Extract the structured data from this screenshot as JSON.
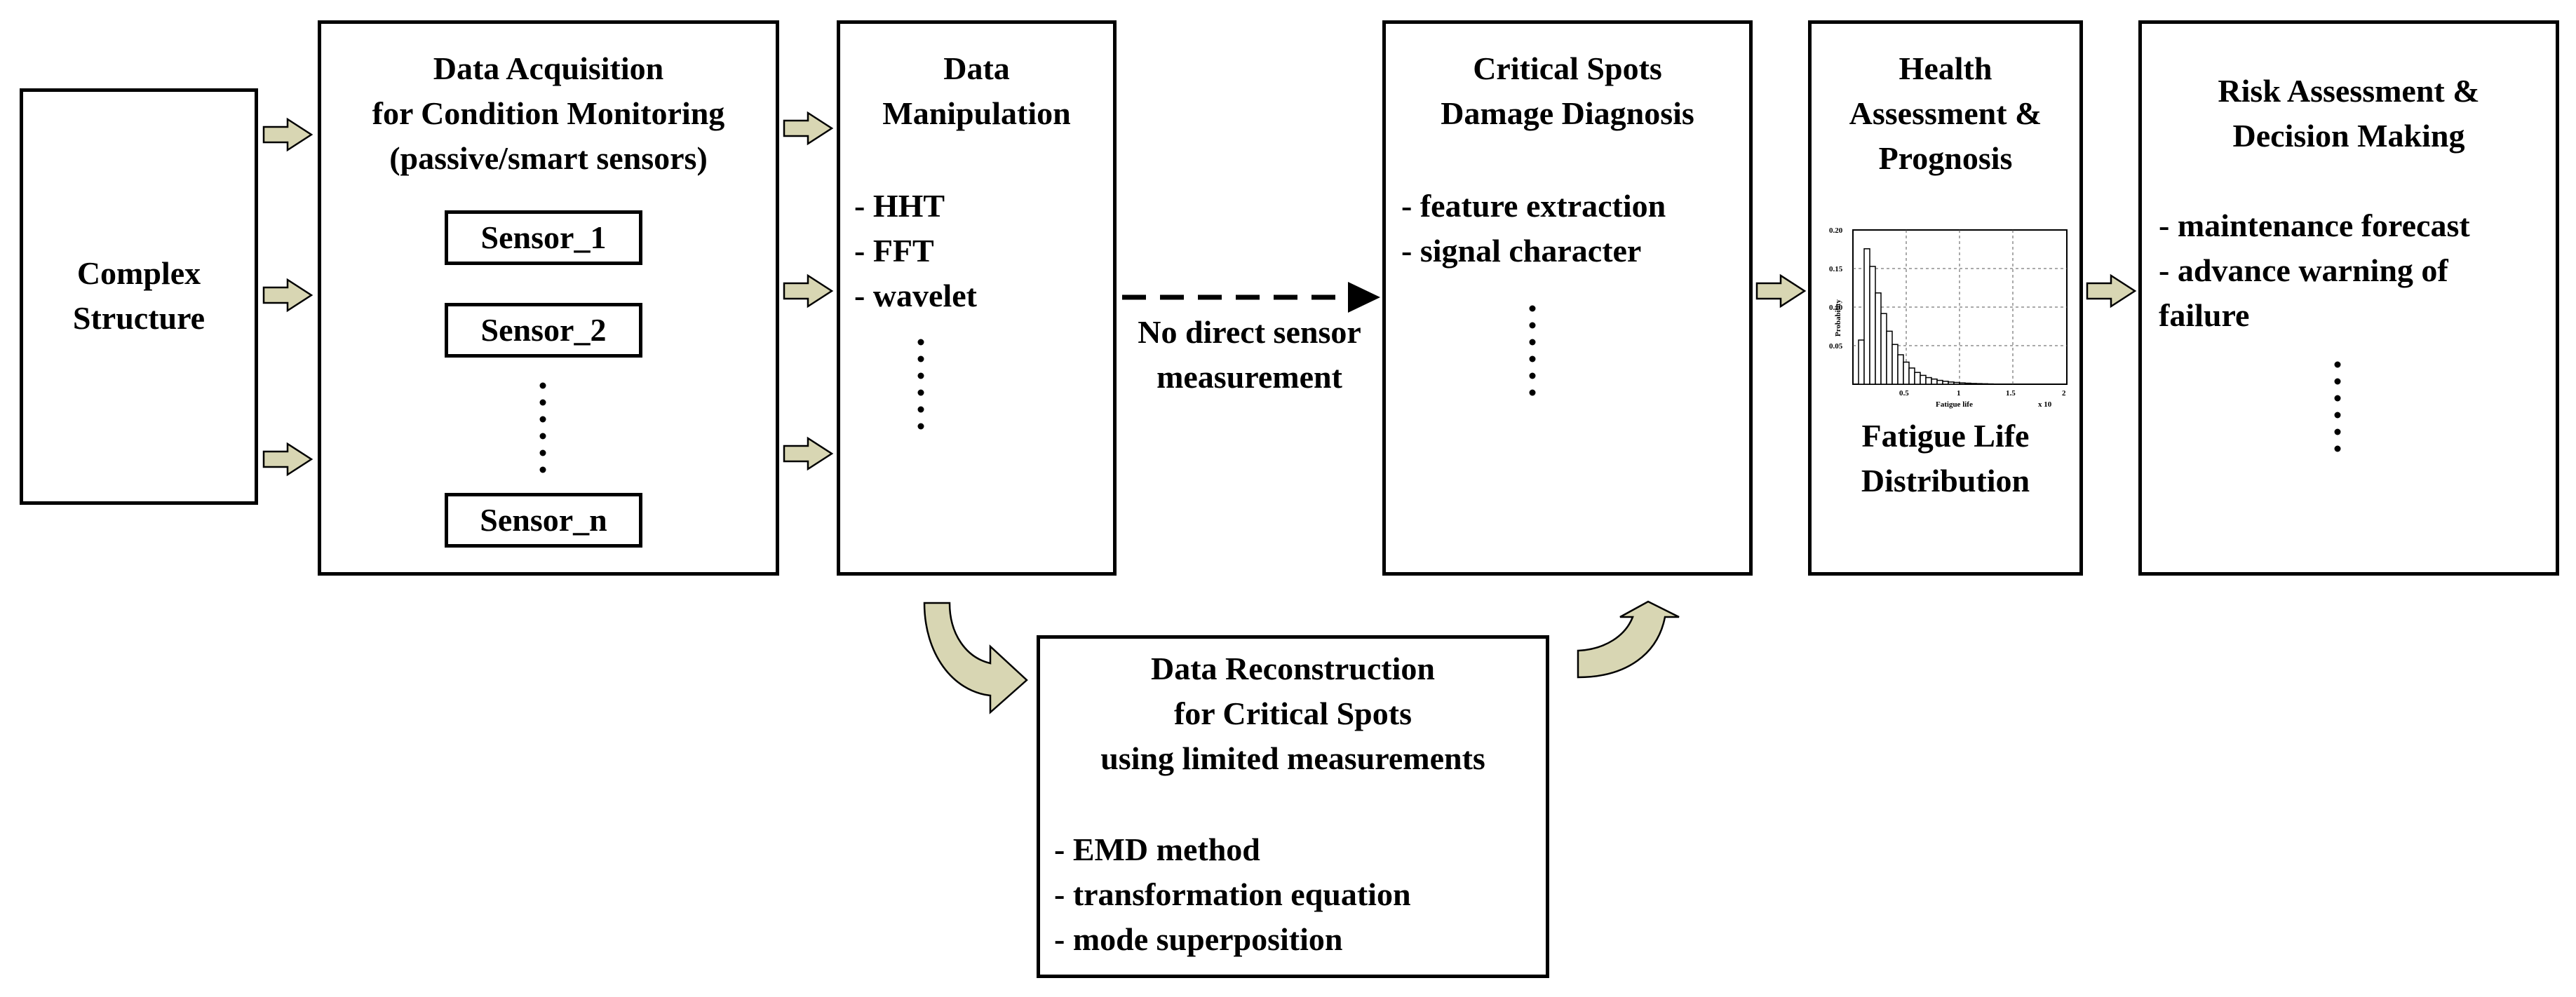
{
  "complex_structure": {
    "line1": "Complex",
    "line2": "Structure"
  },
  "acquisition": {
    "title_line1": "Data Acquisition",
    "title_line2": "for Condition Monitoring",
    "title_line3": "(passive/smart sensors)",
    "sensors": [
      "Sensor_1",
      "Sensor_2",
      "Sensor_n"
    ]
  },
  "manipulation": {
    "title_line1": "Data",
    "title_line2": "Manipulation",
    "items": [
      "- HHT",
      "- FFT",
      "- wavelet"
    ]
  },
  "no_direct": {
    "line1": "No direct sensor",
    "line2": "measurement"
  },
  "critical": {
    "title_line1": "Critical Spots",
    "title_line2": "Damage Diagnosis",
    "items": [
      "- feature extraction",
      "- signal character"
    ]
  },
  "health": {
    "title_line1": "Health",
    "title_line2": "Assessment &",
    "title_line3": "Prognosis",
    "caption_line1": "Fatigue Life",
    "caption_line2": "Distribution",
    "plot": {
      "ylabel": "Probability",
      "xlabel": "Fatigue life",
      "ytick_labels": [
        "0.20",
        "0.15",
        "0.10",
        "0.05"
      ],
      "xtick_labels": [
        "0.5",
        "1",
        "1.5",
        "2"
      ],
      "x_multiplier": "x 10"
    }
  },
  "risk": {
    "title_line1": "Risk Assessment &",
    "title_line2": "Decision Making",
    "item1": "- maintenance forecast",
    "item2_line1": "- advance warning of",
    "item2_line2": "failure"
  },
  "reconstruction": {
    "title_line1": "Data Reconstruction",
    "title_line2": "for Critical Spots",
    "title_line3": "using limited measurements",
    "items": [
      "- EMD method",
      "- transformation equation",
      "- mode superposition"
    ]
  },
  "colors": {
    "arrow_fill": "#d8d6b3",
    "border": "#000000"
  }
}
